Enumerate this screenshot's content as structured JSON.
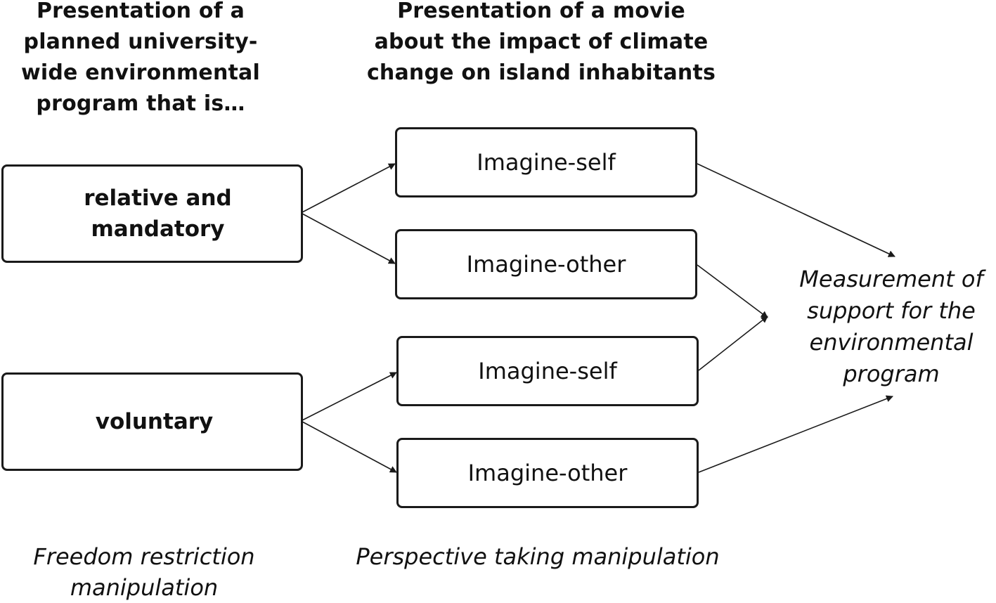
{
  "headings": {
    "freedom": "Presentation of a\nplanned university-\nwide environmental\nprogram that is…",
    "movie": "Presentation of a movie\nabout the impact of climate\nchange on island inhabitants"
  },
  "conditions": {
    "mandatory": "relative and\nmandatory",
    "voluntary": "voluntary"
  },
  "perspective_boxes": [
    {
      "label": "Imagine-self"
    },
    {
      "label": "Imagine-other"
    },
    {
      "label": "Imagine-self"
    },
    {
      "label": "Imagine-other"
    }
  ],
  "outcome": "Measurement of\nsupport for the\nenvironmental\nprogram",
  "captions": {
    "freedom": "Freedom restriction\nmanipulation",
    "perspective": "Perspective taking manipulation"
  },
  "colors": {
    "stroke": "#1a1a1a",
    "text": "#111111",
    "background": "#ffffff"
  }
}
